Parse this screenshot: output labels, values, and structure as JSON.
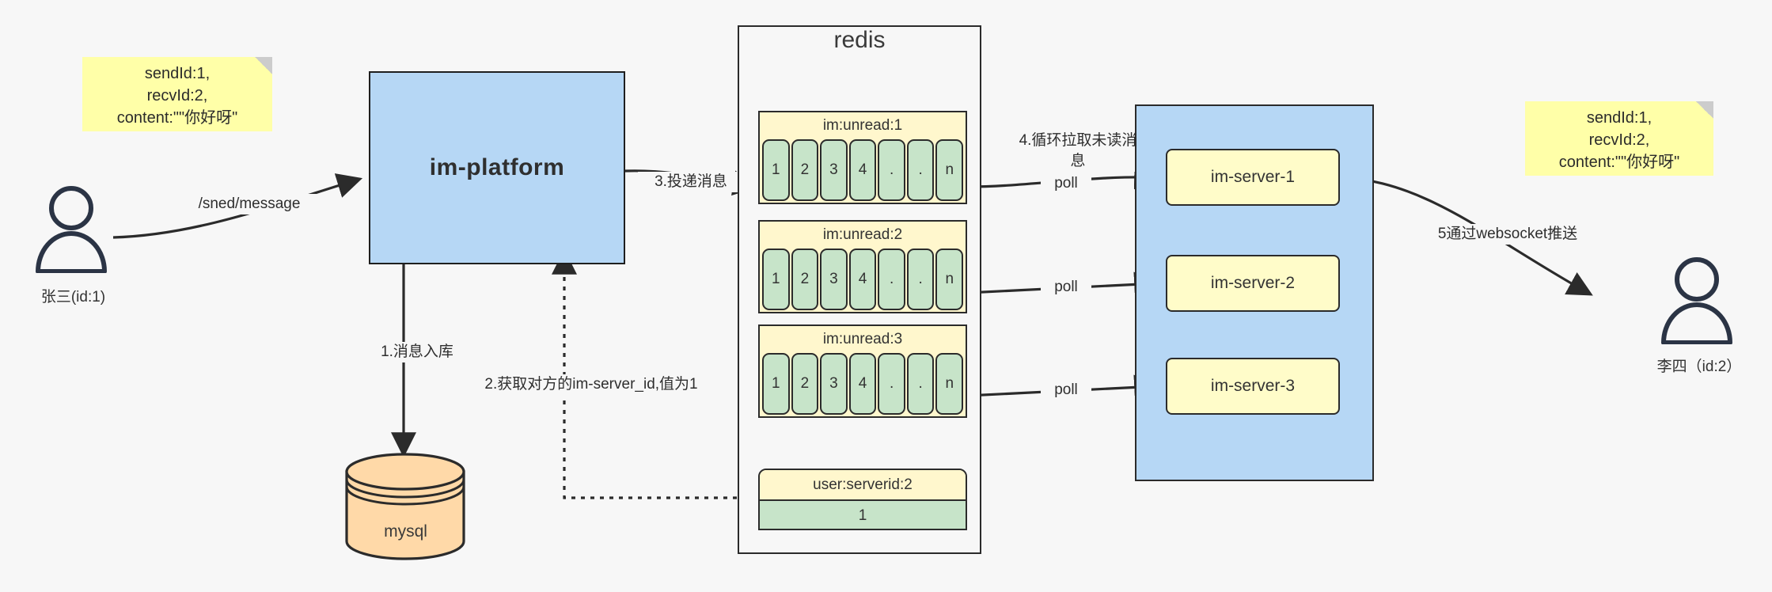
{
  "diagram": {
    "title": "IM message delivery architecture",
    "colors": {
      "background": "#f7f7f7",
      "blue_fill": "#b6d7f5",
      "yellow_note": "#ffffa8",
      "yellow_fill": "#fff7cd",
      "green_cell": "#c7e4c9",
      "orange_db": "#ffd9a8",
      "stroke": "#2b2b2b"
    }
  },
  "notes": {
    "left": "sendId:1,\nrecvId:2,\ncontent:\"\"你好呀\"",
    "right": "sendId:1,\nrecvId:2,\ncontent:\"\"你好呀\""
  },
  "actors": {
    "sender": {
      "label": "张三(id:1)",
      "icon": "user-icon"
    },
    "receiver": {
      "label": "李四（id:2）",
      "icon": "user-icon"
    }
  },
  "platform": {
    "label": "im-platform"
  },
  "database": {
    "label": "mysql",
    "shape": "cylinder"
  },
  "redis": {
    "title": "redis",
    "lists": [
      {
        "key": "im:unread:1",
        "cells": [
          "1",
          "2",
          "3",
          "4",
          ".",
          ".",
          "n"
        ]
      },
      {
        "key": "im:unread:2",
        "cells": [
          "1",
          "2",
          "3",
          "4",
          ".",
          ".",
          "n"
        ]
      },
      {
        "key": "im:unread:3",
        "cells": [
          "1",
          "2",
          "3",
          "4",
          ".",
          ".",
          "n"
        ]
      }
    ],
    "kv": {
      "key": "user:serverid:2",
      "value": "1"
    }
  },
  "server_cluster": {
    "nodes": [
      {
        "label": "im-server-1"
      },
      {
        "label": "im-server-2"
      },
      {
        "label": "im-server-3"
      }
    ]
  },
  "edges": {
    "send_message": "/sned/message",
    "step1": "1.消息入库",
    "step2": "2.获取对方的im-server_id,值为1",
    "step3": "3.投递消息",
    "step4": "4.循环拉取未读消\n息",
    "poll1": "poll",
    "poll2": "poll",
    "poll3": "poll",
    "step5": "5通过websocket推送"
  }
}
